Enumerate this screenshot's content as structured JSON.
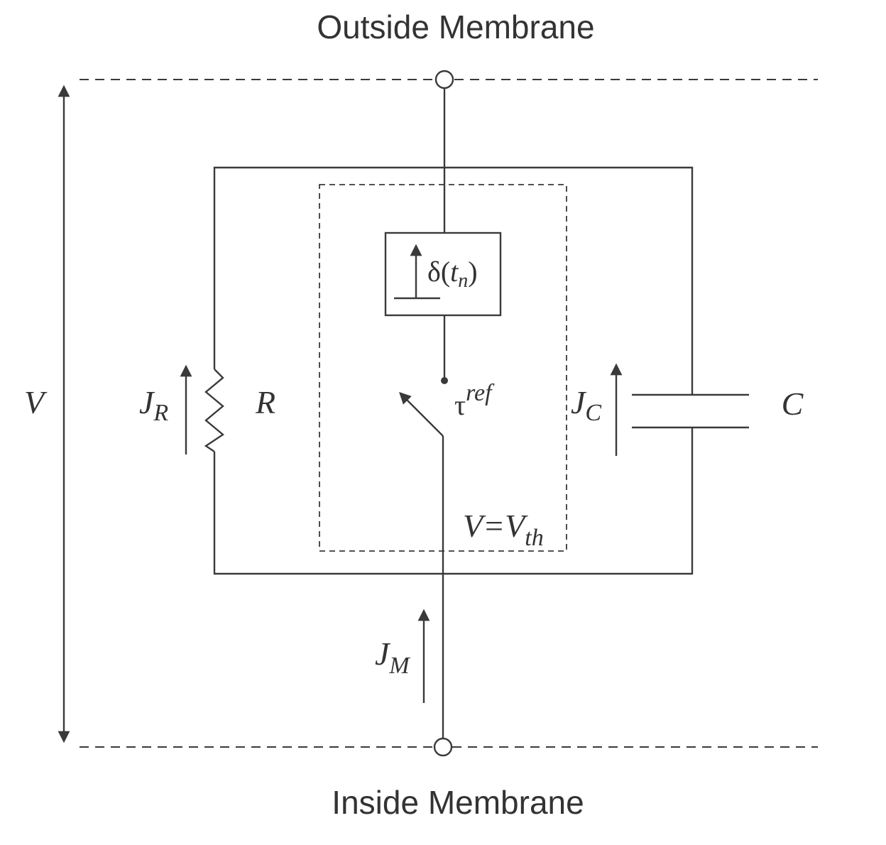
{
  "labels": {
    "outside": "Outside Membrane",
    "inside": "Inside Membrane",
    "voltage": "V",
    "resistor_current": {
      "main": "J",
      "sub": "R"
    },
    "resistor": "R",
    "capacitor_current": {
      "main": "J",
      "sub": "C"
    },
    "capacitor": "C",
    "membrane_current": {
      "main": "J",
      "sub": "M"
    },
    "spike": {
      "delta": "δ(",
      "t": "t",
      "sub": "n",
      "close": ")"
    },
    "tau": {
      "main": "τ",
      "sup": "ref"
    },
    "threshold": {
      "lhs": "V",
      "eq": "=V",
      "sub": "th"
    }
  }
}
